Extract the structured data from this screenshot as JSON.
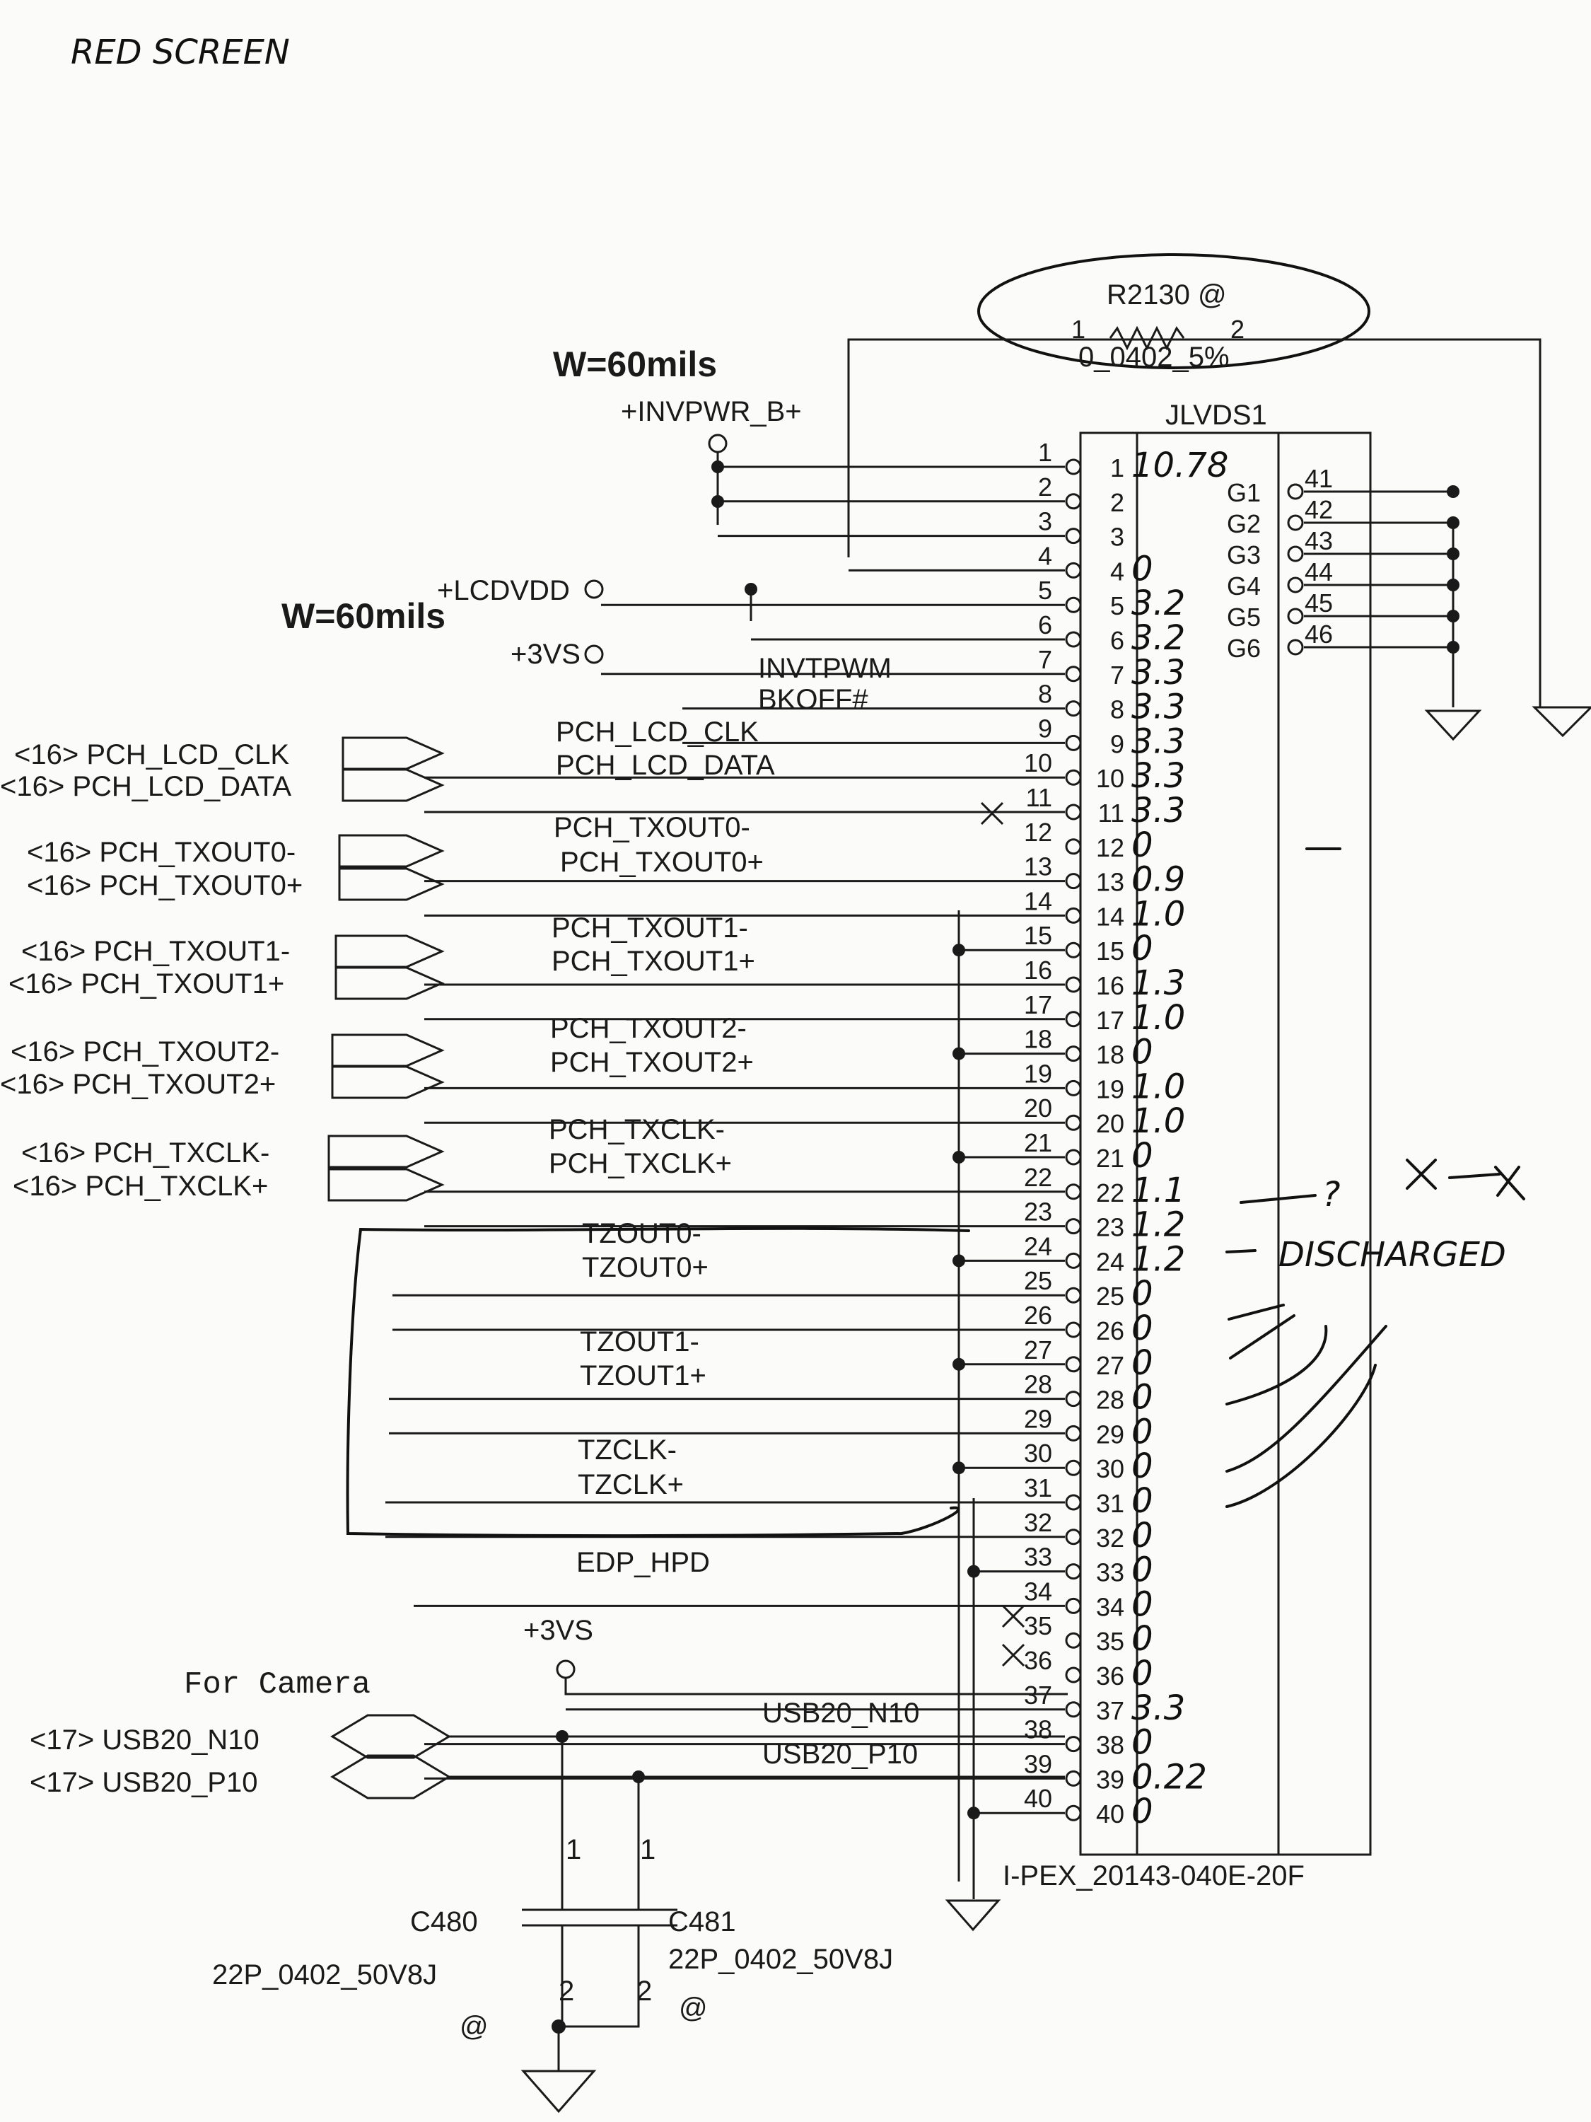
{
  "title": "RED SCREEN",
  "width_note": "W=60mils",
  "resistor": {
    "ref": "R2130 @",
    "pin1": "1",
    "pin2": "2",
    "value": "0_0402_5%"
  },
  "connector": {
    "ref": "JLVDS1",
    "part": "I-PEX_20143-040E-20F"
  },
  "power": {
    "invpwr": "+INVPWR_B+",
    "lcdvdd": "+LCDVDD",
    "v3vs": "+3VS"
  },
  "nets_left": {
    "invtpwm": "INVTPWM",
    "bkoff": "BKOFF#",
    "lcd_clk": "PCH_LCD_CLK",
    "lcd_data": "PCH_LCD_DATA",
    "txout0n": "PCH_TXOUT0-",
    "txout0p": "PCH_TXOUT0+",
    "txout1n": "PCH_TXOUT1-",
    "txout1p": "PCH_TXOUT1+",
    "txout2n": "PCH_TXOUT2-",
    "txout2p": "PCH_TXOUT2+",
    "txclkn": "PCH_TXCLK-",
    "txclkp": "PCH_TXCLK+",
    "tzout0n": "TZOUT0-",
    "tzout0p": "TZOUT0+",
    "tzout1n": "TZOUT1-",
    "tzout1p": "TZOUT1+",
    "tzclkn": "TZCLK-",
    "tzclkp": "TZCLK+",
    "edp_hpd": "EDP_HPD",
    "usb_n10": "USB20_N10",
    "usb_p10": "USB20_P10"
  },
  "offpage": {
    "lcd_clk": "<16> PCH_LCD_CLK",
    "lcd_data": "<16> PCH_LCD_DATA",
    "txout0n": "<16> PCH_TXOUT0-",
    "txout0p": "<16> PCH_TXOUT0+",
    "txout1n": "<16> PCH_TXOUT1-",
    "txout1p": "<16> PCH_TXOUT1+",
    "txout2n": "<16> PCH_TXOUT2-",
    "txout2p": "<16> PCH_TXOUT2+",
    "txclkn": "<16> PCH_TXCLK-",
    "txclkp": "<16> PCH_TXCLK+",
    "usb_n10": "<17> USB20_N10",
    "usb_p10": "<17> USB20_P10"
  },
  "camera_label": "For Camera",
  "caps": {
    "c480": {
      "ref": "C480",
      "value": "22P_0402_50V8J",
      "at": "@"
    },
    "c481": {
      "ref": "C481",
      "value": "22P_0402_50V8J",
      "at": "@"
    },
    "pin1": "1",
    "pin2": "2"
  },
  "pins": [
    "1",
    "2",
    "3",
    "4",
    "5",
    "6",
    "7",
    "8",
    "9",
    "10",
    "11",
    "12",
    "13",
    "14",
    "15",
    "16",
    "17",
    "18",
    "19",
    "20",
    "21",
    "22",
    "23",
    "24",
    "25",
    "26",
    "27",
    "28",
    "29",
    "30",
    "31",
    "32",
    "33",
    "34",
    "35",
    "36",
    "37",
    "38",
    "39",
    "40"
  ],
  "gpins": [
    "G1",
    "G2",
    "G3",
    "G4",
    "G5",
    "G6"
  ],
  "gnums": [
    "41",
    "42",
    "43",
    "44",
    "45",
    "46"
  ],
  "measurements": [
    "10.78",
    "",
    "",
    "0",
    "3.2",
    "3.2",
    "3.3",
    "3.3",
    "3.3",
    "3.3",
    "3.3",
    "0",
    "0.9",
    "1.0",
    "0",
    "1.3",
    "1.0",
    "0",
    "1.0",
    "1.0",
    "0",
    "1.1",
    "1.2",
    "1.2",
    "0",
    "0",
    "0",
    "0",
    "0",
    "0",
    "0",
    "0",
    "0",
    "0",
    "0",
    "0",
    "3.3",
    "0",
    "0.22",
    "0"
  ],
  "notes": {
    "question": "?",
    "discharge": "DISCHARGED"
  }
}
